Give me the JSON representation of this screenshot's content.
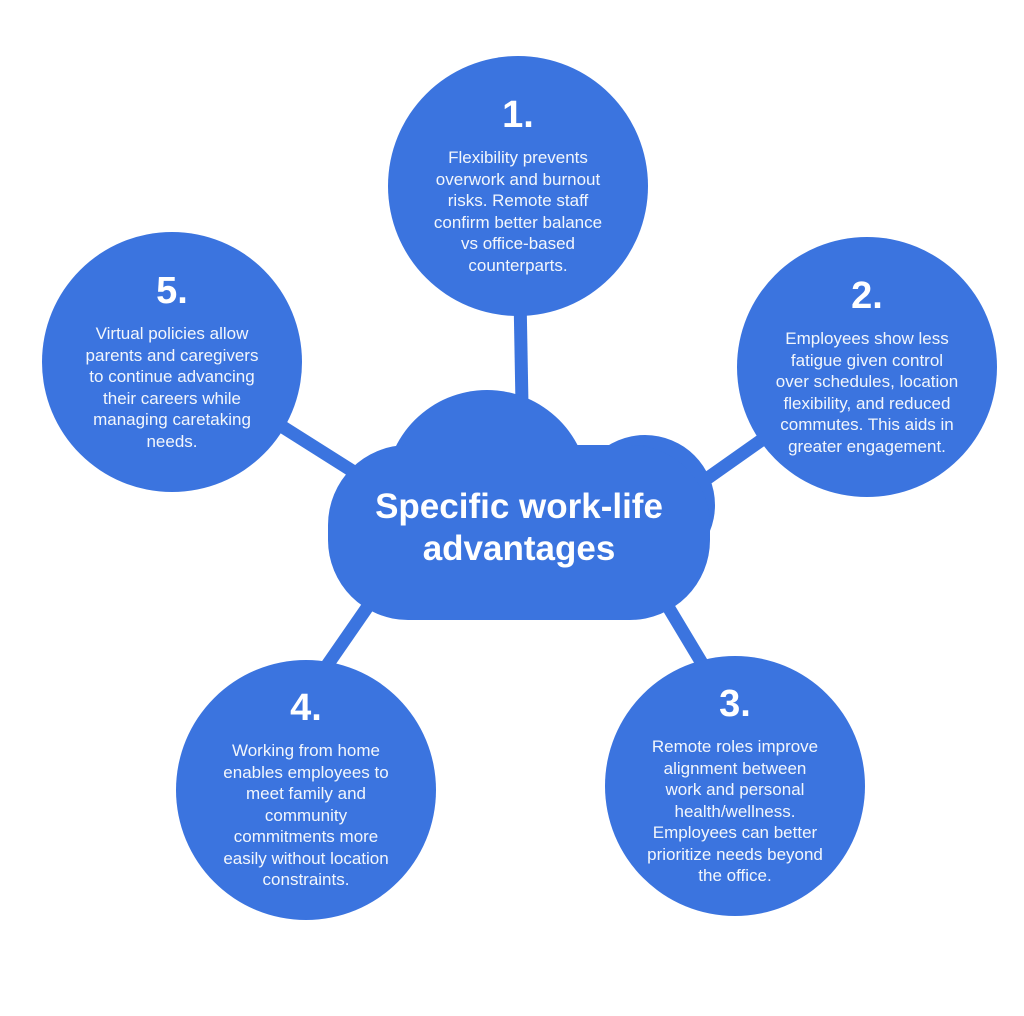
{
  "diagram": {
    "type": "mind-map",
    "colors": {
      "accent": "#3B74DF",
      "background": "#FFFFFF",
      "heading": "#FFFFFF",
      "body": "#F2F6FC"
    },
    "center": {
      "label": "Specific work-life\nadvantages"
    },
    "nodes": [
      {
        "number": "1.",
        "text": "Flexibility prevents\noverwork and burnout\nrisks. Remote staff\nconfirm better balance\nvs office-based\ncounterparts."
      },
      {
        "number": "2.",
        "text": "Employees show less\nfatigue given control\nover schedules, location\nflexibility, and reduced\ncommutes. This aids in\ngreater engagement."
      },
      {
        "number": "3.",
        "text": "Remote roles improve\nalignment between\nwork and personal\nhealth/wellness.\nEmployees can better\nprioritize needs beyond\nthe office."
      },
      {
        "number": "4.",
        "text": "Working from home\nenables employees to\nmeet family and\ncommunity\ncommitments more\neasily without location\nconstraints."
      },
      {
        "number": "5.",
        "text": "Virtual policies allow\nparents and caregivers\nto continue advancing\ntheir careers while\nmanaging caretaking\nneeds."
      }
    ]
  }
}
